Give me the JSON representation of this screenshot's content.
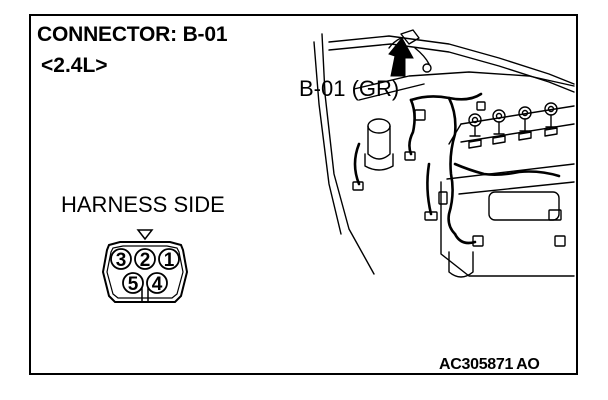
{
  "title": "CONNECTOR: B-01",
  "variant": "<2.4L>",
  "harness_label": "HARNESS SIDE",
  "connector_callout": "B-01 (GR)",
  "figure_code": "AC305871",
  "figure_code_suffix": "AO",
  "connector": {
    "top_row": [
      "3",
      "2",
      "1"
    ],
    "bottom_row": [
      "5",
      "4"
    ]
  },
  "colors": {
    "line": "#000000",
    "background": "#ffffff"
  }
}
